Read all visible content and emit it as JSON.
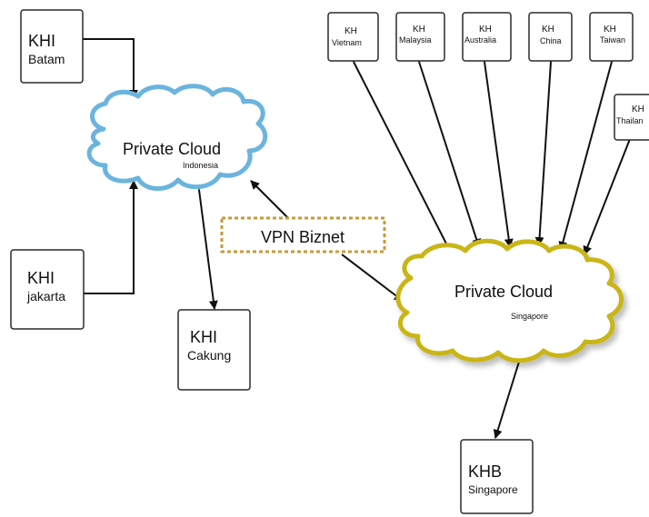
{
  "nodes": {
    "khi_batam": {
      "line1": "KHI",
      "line2": "Batam"
    },
    "khi_jakarta": {
      "line1": "KHI",
      "line2": "jakarta"
    },
    "khi_cakung": {
      "line1": "KHI",
      "line2": "Cakung"
    },
    "kh_vietnam": {
      "line1": "KH",
      "line2": "Vietnam"
    },
    "kh_malaysia": {
      "line1": "KH",
      "line2": "Malaysia"
    },
    "kh_australia": {
      "line1": "KH",
      "line2": "Australia"
    },
    "kh_china": {
      "line1": "KH",
      "line2": "China"
    },
    "kh_taiwan": {
      "line1": "KH",
      "line2": "Taiwan"
    },
    "kh_thailand": {
      "line1": "KH",
      "line2": "Thailan"
    },
    "khb_singapore": {
      "line1": "KHB",
      "line2": "Singapore"
    }
  },
  "clouds": {
    "indonesia": {
      "title": "Private Cloud",
      "subtitle": "Indonesia",
      "stroke": "#6ab4de"
    },
    "singapore": {
      "title": "Private Cloud",
      "subtitle": "Singapore",
      "stroke": "#c9b516"
    }
  },
  "vpn": {
    "label": "VPN Biznet",
    "border": "#c89a3a"
  },
  "colors": {
    "arrow": "#111111",
    "box_border": "#2a2a2a",
    "background": "#ffffff"
  }
}
